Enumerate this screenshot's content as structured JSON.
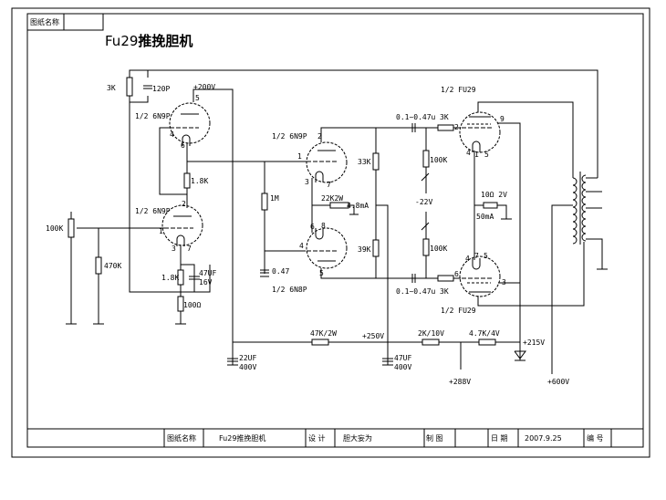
{
  "corner_label": "图纸名称",
  "title_prefix": "Fu29",
  "title_cn": "推挽胆机",
  "tubes": {
    "v1a": {
      "label": "1/2 6N9P",
      "pins": [
        "5",
        "4",
        "6"
      ]
    },
    "v1b": {
      "label": "1/2 6N9P",
      "pins": [
        "2",
        "1",
        "3",
        "7"
      ]
    },
    "v2a": {
      "label": "1/2 6N9P",
      "pins": [
        "2",
        "1",
        "3",
        "7"
      ]
    },
    "v2b": {
      "label": "1/2 6N8P",
      "pins": [
        "8",
        "6",
        "4",
        "5"
      ]
    },
    "v3a": {
      "label": "1/2 FU29",
      "pins": [
        "9",
        "2",
        "4",
        "1",
        "5"
      ]
    },
    "v3b": {
      "label": "1/2 FU29",
      "pins": [
        "4",
        "7",
        "5",
        "6",
        "3"
      ]
    }
  },
  "components": {
    "r_fb": "3K",
    "c_fb": "120P",
    "v_200": "+200V",
    "r_18k_top": "1.8K",
    "pot": "100K",
    "r_470k": "470K",
    "r_18k_bot": "1.8K",
    "c_47uf_a": "47UF",
    "c_47uf_b": "16V",
    "r_100": "100Ω",
    "r_1m": "1M",
    "c_047": "0.47",
    "r_22k": "22K2W",
    "i_48": "4.8mA",
    "r_33k": "33K",
    "r_39k": "39K",
    "c_top": "0.1~0.47u",
    "c_bot": "0.1~0.47u",
    "r_3k_top": "3K",
    "r_3k_bot": "3K",
    "r_100k_a": "100K",
    "r_100k_b": "100K",
    "v_bias": "-22V",
    "r_10": "10Ω 2V",
    "i_50": "50mA",
    "c_22uf_a": "22UF",
    "c_22uf_b": "400V",
    "r_47k": "47K/2W",
    "v_250": "+250V",
    "c_47uf400_a": "47UF",
    "c_47uf400_b": "400V",
    "r_2k": "2K/10V",
    "r_47k4": "4.7K/4V",
    "v_215": "+215V",
    "v_288": "+288V",
    "v_600": "+600V"
  },
  "title_block": {
    "name_label": "图纸名称",
    "name_value": "Fu29推挽胆机",
    "design_label": "设  计",
    "design_value": "胆大妄为",
    "draw_label": "制  图",
    "draw_value": "",
    "date_label": "日  期",
    "date_value": "2007.9.25",
    "number_label": "编  号",
    "number_value": ""
  }
}
